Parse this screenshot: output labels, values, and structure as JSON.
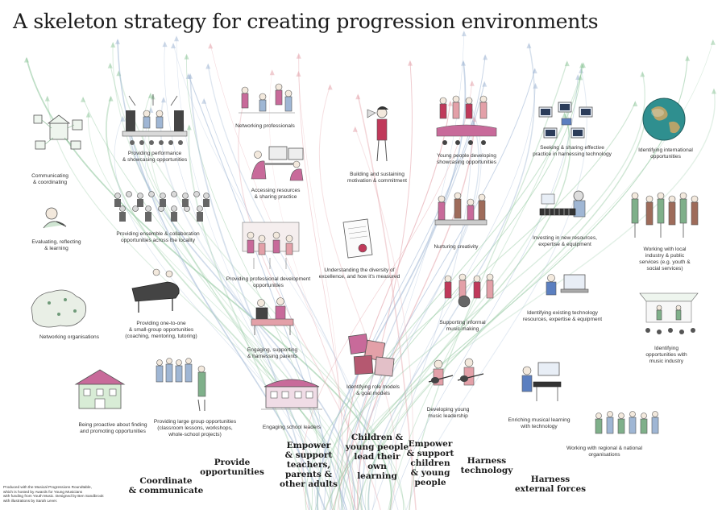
{
  "title": "A skeleton strategy for creating progression environments",
  "credits": "Produced with the Musical Progressions Roundtable,\nwhich is hosted by Awards for Young Musicians\nwith funding from Youth Music. Designed by Ben Sandbrook\nwith illustrations by Sarah Lever.",
  "strands": {
    "coordinate": "Coordinate\n& communicate",
    "opportunities": "Provide\nopportunities",
    "teachers": "Empower\n& support\nteachers,\nparents &\nother adults",
    "children_lead": "Children &\nyoung people\nlead their\nown\nlearning",
    "children_support": "Empower\n& support\nchildren\n& young\npeople",
    "technology": "Harness\ntechnology",
    "external": "Harness\nexternal forces"
  },
  "items": {
    "communicating": "Communicating\n& coordinating",
    "evaluating": "Evaluating, reflecting\n& learning",
    "networking_orgs": "Networking organisations",
    "proactive": "Being proactive about finding\nand promoting opportunities",
    "performance": "Providing performance\n& showcasing opportunities",
    "ensemble": "Providing ensemble & collaboration\nopportunities across the locality",
    "one_to_one": "Providing one-to-one\n& small-group opportunities\n(coaching, mentoring, tutoring)",
    "large_group": "Providing large group opportunities\n(classroom lessons, workshops,\nwhole-school projects)",
    "networking_pros": "Networking professionals",
    "resources": "Accessing resources\n& sharing practice",
    "prof_dev": "Providing professional development\nopportunities",
    "parents": "Engaging, supporting\n& harnessing parents",
    "school_leaders": "Engaging school leaders",
    "motivation": "Building and sustaining\nmotivation & commitment",
    "diversity": "Understanding the diversity of\nexcellence, and how it's measured",
    "role_models": "Identifying role models\n& goal models",
    "showcasing": "Young people developing\nshowcasing opportunities",
    "creativity": "Nurturing creativity",
    "informal": "Supporting informal\nmusic-making",
    "leadership": "Developing young\nmusic leadership",
    "tech_practice": "Seeking & sharing effective\npractice in harnessing technology",
    "tech_invest": "Investing in new resources,\nexpertise & equipment",
    "tech_existing": "Identifying existing technology\nresources, expertise & equipment",
    "tech_enrich": "Enriching musical learning\nwith technology",
    "international": "Identifying international opportunities",
    "local_industry": "Working with local industry & public\nservices (e.g. youth & social services)",
    "music_industry": "Identifying opportunities with\nmusic industry",
    "regional": "Working with regional & national\norganisations"
  },
  "icons": [
    "buildings-network-icon",
    "pen-writing-icon",
    "map-icon",
    "house-icon",
    "stage-performance-icon",
    "ensemble-group-icon",
    "grand-piano-icon",
    "choir-conductor-icon",
    "networking-people-icon",
    "computer-desk-icon",
    "workshop-room-icon",
    "parent-child-icon",
    "school-building-icon",
    "megaphone-girl-icon",
    "certificate-icon",
    "record-covers-icon",
    "showcase-band-icon",
    "creative-group-icon",
    "informal-band-icon",
    "guitar-players-icon",
    "tech-network-icon",
    "keyboard-player-icon",
    "laptop-user-icon",
    "studio-desk-icon",
    "globe-icon",
    "community-group-icon",
    "concert-stage-icon",
    "regional-group-icon"
  ],
  "colors": {
    "green_strand": "#8dc59a",
    "blue_strand": "#9fb6d4",
    "pink_strand": "#e3a0a8",
    "sketch": "#4a4a4a",
    "accent_pink": "#c86a9a",
    "globe_sea": "#2f8f8f"
  }
}
